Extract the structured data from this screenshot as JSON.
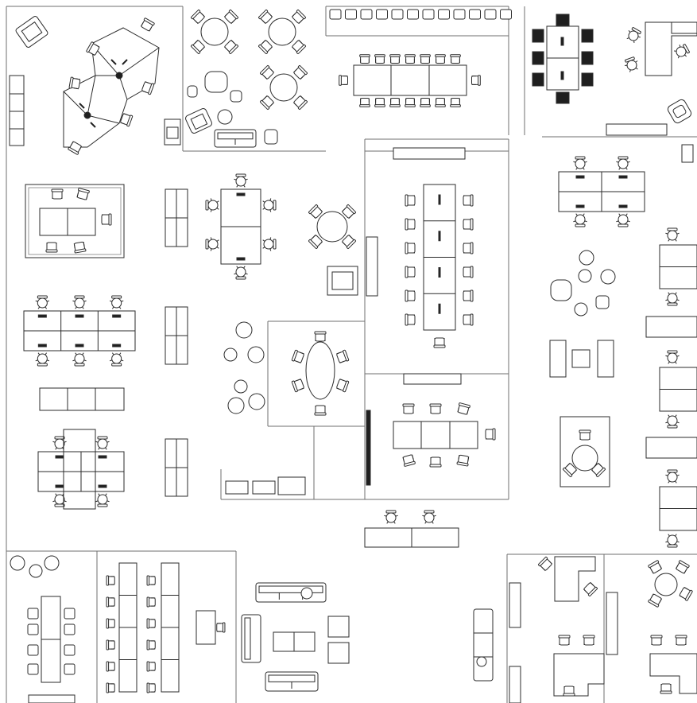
{
  "plan": {
    "stroke": "#2b2b2b",
    "fill": "#ffffff",
    "dark": "#1f1f1f",
    "mid": "#9a9a9a"
  },
  "zones": {
    "hex_workstations": "hex-workstation-cluster",
    "lounge_nw": "lounge-area-nw",
    "boardroom_top": "boardroom-top",
    "meeting_dark": "dark-meeting-table",
    "meeting_glass": "glass-meeting-room",
    "bench_rows": "desk-bench-rows",
    "boardroom_center": "central-boardroom",
    "oval_room": "oval-meeting-room",
    "room_lower": "lower-meeting-room",
    "touchdown": "touchdown-area",
    "east_benches": "east-bench-desks",
    "sw_meeting": "sw-meeting-room",
    "sw_training": "training-room",
    "sofa_lounge": "sofa-lounge",
    "private_offices": "private-offices"
  }
}
